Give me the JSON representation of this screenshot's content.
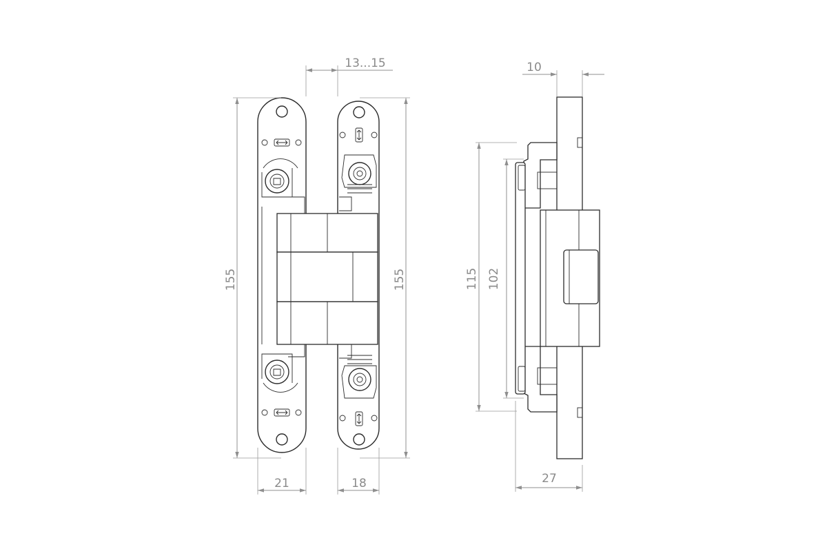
{
  "dimensions": {
    "gap": "13...15",
    "left_height": "155",
    "right_height": "155",
    "left_width": "21",
    "right_width": "18",
    "side_thickness": "10",
    "side_depth": "27",
    "side_body_height": "115",
    "side_inner_height": "102"
  }
}
